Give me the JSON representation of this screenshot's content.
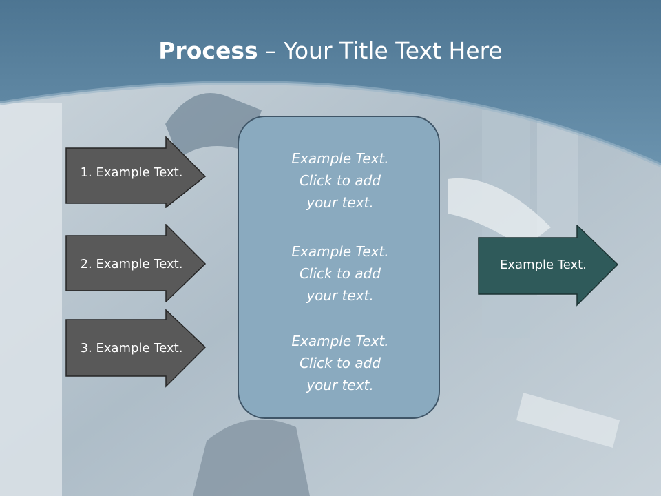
{
  "title": {
    "bold": "Process",
    "rest": " – Your Title Text Here"
  },
  "left_arrows": [
    {
      "label": "1. Example Text."
    },
    {
      "label": "2. Example Text."
    },
    {
      "label": "3. Example Text."
    }
  ],
  "center_box": {
    "groups": [
      {
        "lines": [
          "Example Text.",
          "Click  to add",
          "your text."
        ]
      },
      {
        "lines": [
          "Example Text.",
          "Click  to add",
          "your text."
        ]
      },
      {
        "lines": [
          "Example Text.",
          "Click  to add",
          "your text."
        ]
      }
    ]
  },
  "right_arrow": {
    "label": "Example Text."
  },
  "colors": {
    "header": "#5b86a5",
    "left_arrow_fill": "#595959",
    "right_arrow_fill": "#2f5a5a",
    "center_box_fill": "#8aaabf"
  }
}
